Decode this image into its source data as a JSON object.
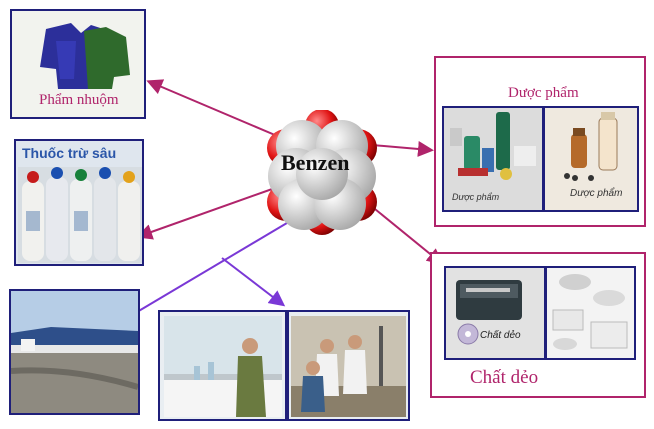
{
  "center": {
    "label": "Benzen"
  },
  "nodes": {
    "dye": {
      "label": "Phẩm nhuộm"
    },
    "pesticide": {
      "label": "Thuốc trừ sâu"
    },
    "pharma": {
      "title": "Dược phẩm",
      "photo_caption_left": "Dược phẩm",
      "photo_caption_right": "Dược phẩm"
    },
    "plastic": {
      "title": "Chất dẻo",
      "photo_caption": "Chất dẻo"
    },
    "factory": {
      "label": ""
    },
    "lab": {
      "label": ""
    }
  },
  "colors": {
    "magenta": "#b0246b",
    "purple": "#7a38d6",
    "navy": "#1f1f7a",
    "carbon": "#d82020",
    "hydrogen": "#eeeeee"
  }
}
